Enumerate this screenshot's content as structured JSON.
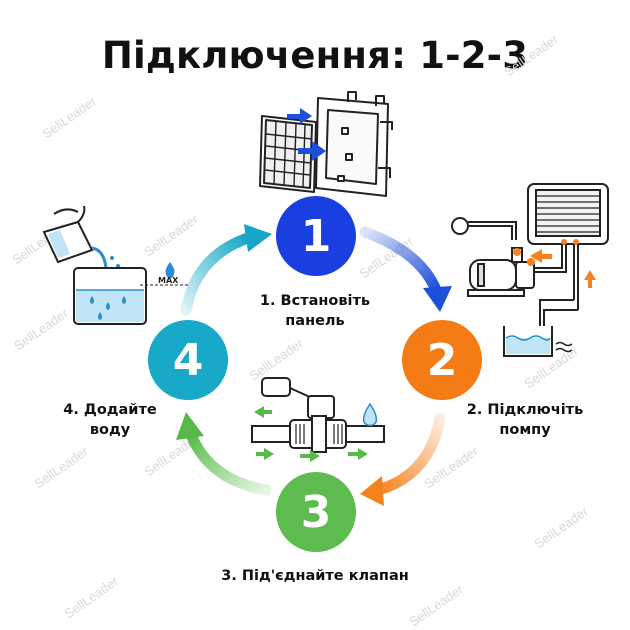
{
  "title": "Підключення: 1-2-3",
  "watermark": "SellLeader",
  "steps": [
    {
      "number": "1",
      "label_line1": "1. Встановіть",
      "label_line2": "панель",
      "color": "#1a3fe0"
    },
    {
      "number": "2",
      "label_line1": "2. Підключіть",
      "label_line2": "помпу",
      "color": "#f57c14"
    },
    {
      "number": "3",
      "label_line1": "3. Під'єднайте клапан",
      "label_line2": "",
      "color": "#5dbb4f"
    },
    {
      "number": "4",
      "label_line1": "4. Додайте",
      "label_line2": "воду",
      "color": "#18a9c9"
    }
  ],
  "tank_max_label": "MAX",
  "colors": {
    "blue_arrow": "#1e4fd8",
    "orange_arrow": "#f5821f",
    "green_arrow": "#56b948",
    "cyan_arrow": "#17a6c7",
    "water": "#bfe4f5",
    "water_drop": "#2c8ad1"
  }
}
